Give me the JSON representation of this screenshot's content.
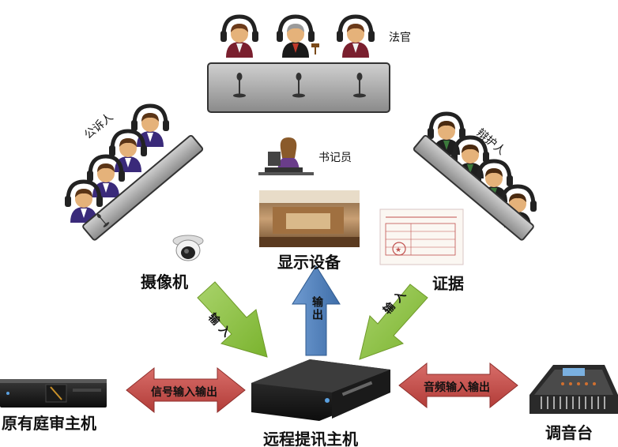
{
  "labels": {
    "judge": "法官",
    "prosecutor": "公诉人",
    "defense": "辩护人",
    "clerk": "书记员",
    "camera": "摄像机",
    "display": "显示设备",
    "evidence": "证据",
    "remote_host": "远程提讯主机",
    "court_host": "原有庭审主机",
    "mixer": "调音台"
  },
  "arrows": {
    "camera_input": "输入",
    "display_output": "输出",
    "evidence_input": "输入",
    "signal_io": "信号输入输出",
    "audio_io": "音频输入输出"
  },
  "colors": {
    "green_arrow": "#8dc63f",
    "blue_arrow": "#4a7ebb",
    "red_arrow": "#c0504d",
    "table_gray": "#a6a6a6"
  }
}
